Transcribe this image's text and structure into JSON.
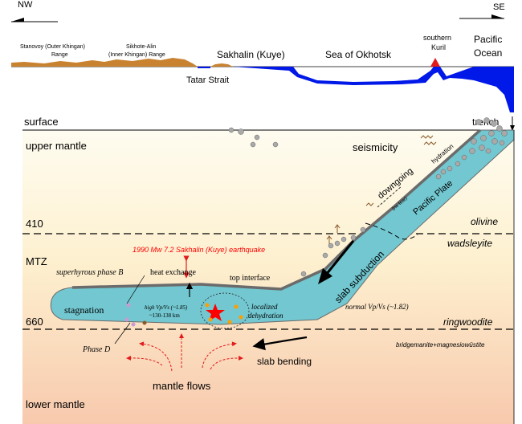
{
  "header": {
    "compass_left": "NW",
    "compass_right": "SE",
    "stanovoy_line1": "Stanovoy (Outer Khingan)",
    "stanovoy_line2": "Range",
    "sikhote_line1": "Sikhote-Alin",
    "sikhote_line2": "(Inner Khingan) Range",
    "sakhalin": "Sakhalin (Kuye)",
    "sea": "Sea of Okhotsk",
    "kuril_line1": "southern",
    "kuril_line2": "Kuril",
    "pacific_line1": "Pacific",
    "pacific_line2": "Ocean",
    "tatar": "Tatar Strait",
    "surface": "surface",
    "trench": "trench"
  },
  "section": {
    "upper_mantle": "upper mantle",
    "seismicity": "seismicity",
    "hydration": "hydration",
    "downgoing": "downgoing",
    "pacific_plate": "Pacific Plate",
    "rolling": "(no tear)",
    "d410": "410",
    "olivine": "olivine",
    "wadsleyite": "wadsleyite",
    "mtz": "MTZ",
    "earthquake": "1990 Mw 7.2 Sakhalin (Kuye) earthquake",
    "superhydrous": "superhyrous phase B",
    "heat_exchange": "heat exchange",
    "top_interface": "top interface",
    "slab_subduction": "slab subduction",
    "stagnation": "stagnation",
    "high_vpvs": "high Vp/Vs (~1.85)",
    "depth_range": "~130-138 km",
    "localized_1": "localized",
    "localized_2": "dehydration",
    "normal_vpvs": "normal Vp/Vs (~1.82)",
    "d660": "660",
    "ringwoodite": "ringwoodite",
    "bridgmanite": "bridgemanite+magnesiowüstite",
    "phase_d": "Phase D",
    "slab_bending": "slab bending",
    "mantle_flows": "mantle flows",
    "lower_mantle": "lower mantle"
  },
  "colors": {
    "slab": "#72c7d0",
    "slab_edge": "#6b6b6b",
    "ocean": "#0018e8",
    "land": "#c9822f",
    "upper_bg": "#fdf6dc",
    "lower_bg": "#f7c9aa",
    "earthquake": "#ff0000"
  }
}
